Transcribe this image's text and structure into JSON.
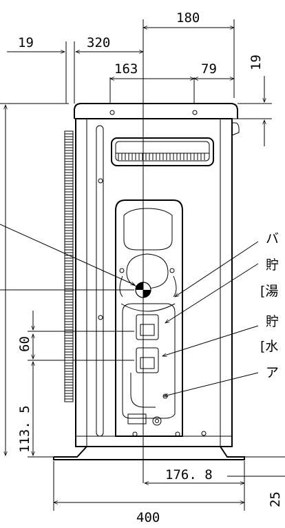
{
  "dimensions": {
    "d180": "180",
    "d19_left": "19",
    "d320": "320",
    "d163": "163",
    "d79": "79",
    "d19_right": "19",
    "d60": "60",
    "d113_5": "113. 5",
    "d176_8": "176. 8",
    "d400": "400",
    "d25": "25"
  },
  "labels": {
    "l1": "バ",
    "l2": "貯",
    "l3": "[湯",
    "l4": "貯",
    "l5": "[水",
    "l6": "ア"
  }
}
